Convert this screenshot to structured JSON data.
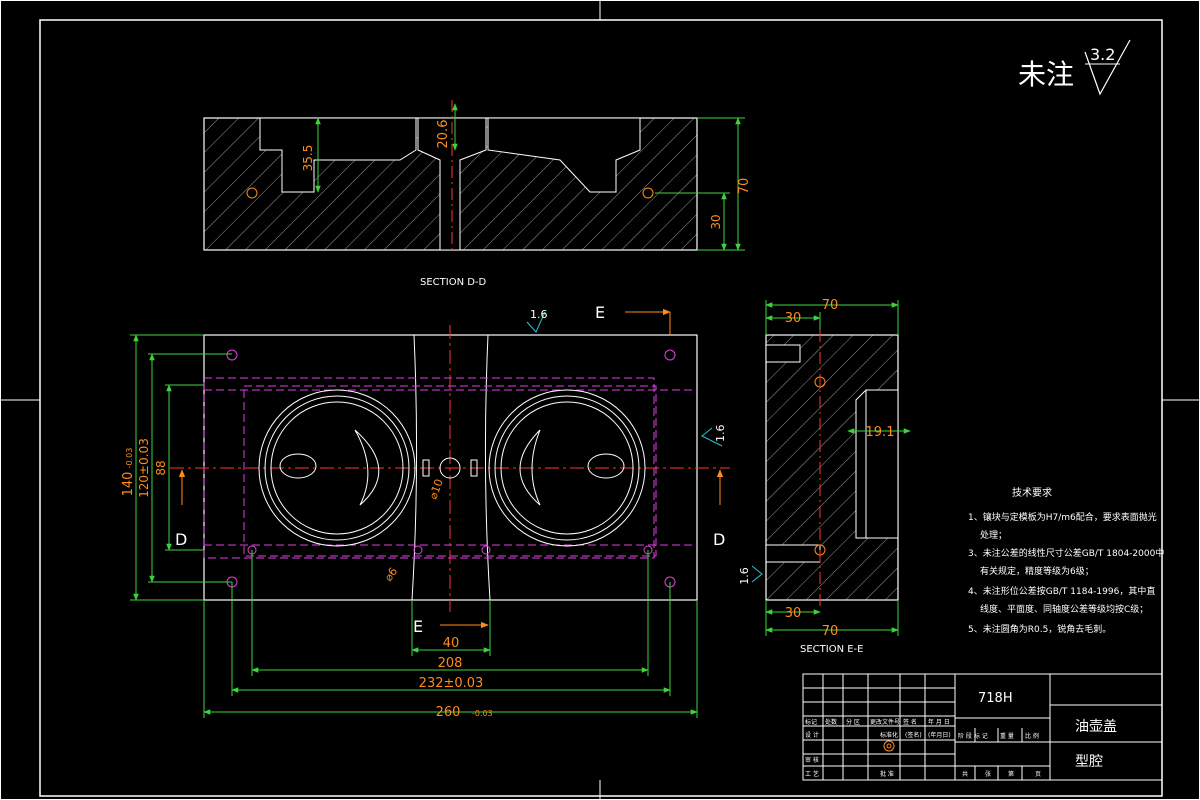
{
  "drawing": {
    "roughness_label": "未注",
    "roughness_value": "3.2",
    "section_dd_label": "SECTION D-D",
    "section_ee_label": "SECTION E-E",
    "section_marks": {
      "d_left": "D",
      "d_right": "D",
      "e_top": "E",
      "e_bottom": "E"
    }
  },
  "dims": {
    "dd_20_6": "20.6",
    "dd_35_5": "35.5",
    "dd_70": "70",
    "dd_30": "30",
    "plan_1_6_top": "1.6",
    "plan_1_6_right": "1.6",
    "plan_140": "140",
    "plan_140_tol": "-0.03",
    "plan_120": "120±0.03",
    "plan_88": "88",
    "plan_phi10": "⌀10",
    "plan_phi6": "⌀6",
    "plan_40": "40",
    "plan_208": "208",
    "plan_232": "232±0.03",
    "plan_260": "260",
    "plan_260_tol": "-0.03",
    "ee_70_top": "70",
    "ee_30_top": "30",
    "ee_19_1": "19.1",
    "ee_1_6": "1.6",
    "ee_30_bottom": "30",
    "ee_70_bottom": "70"
  },
  "notes": {
    "title": "技术要求",
    "items": [
      "1、镶块与定模板为H7/m6配合，要求表面抛光",
      "处理；",
      "3、未注公差的线性尺寸公差GB/T 1804-2000中",
      "有关规定，精度等级为6级；",
      "4、未注形位公差按GB/T 1184-1996，其中直",
      "线度、平面度、同轴度公差等级均按C级；",
      "5、未注圆角为R0.5，锐角去毛刺。"
    ]
  },
  "title_block": {
    "material": "718H",
    "part_name": "油壶盖",
    "drawing_name": "型腔",
    "header_labels": [
      "标记",
      "处数",
      "分 区",
      "更改文件号",
      "签 名",
      "年 月 日"
    ],
    "row_labels": [
      "设 计",
      "审 核",
      "工 艺"
    ],
    "std_label": "标准化",
    "sign_label": "(签名)",
    "date_label": "(年月日)",
    "approve_label": "批 准",
    "stage_labels": [
      "阶 段 标 记",
      "重 量",
      "比 例"
    ],
    "sheet_labels": [
      "共",
      "张",
      "第",
      "页"
    ]
  }
}
